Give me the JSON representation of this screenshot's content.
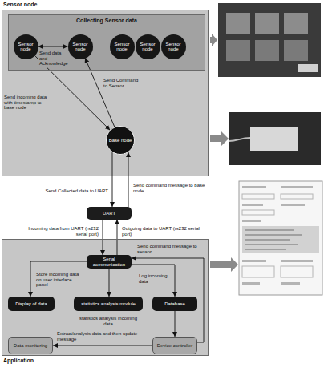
{
  "diagram": {
    "nodes": [
      {
        "text": [
          "Sensor node"
        ]
      },
      {
        "text": [
          "Collecting Sensor data"
        ],
        "in": 0
      },
      {
        "text": [
          "Sensor node"
        ],
        "in": 1
      },
      {
        "text": [
          "Sensor node"
        ],
        "in": 1
      },
      {
        "text": [
          "Sensor node"
        ],
        "in": 1
      },
      {
        "text": [
          "Sensor node"
        ],
        "in": 1
      },
      {
        "text": [
          "Sensor node"
        ],
        "in": 1
      },
      {
        "text": [
          "Base node"
        ],
        "in": 0
      },
      {
        "text": [
          "UART"
        ]
      },
      {
        "text": [
          "Application"
        ]
      },
      {
        "text": [
          "Serial communication"
        ],
        "in": 9
      },
      {
        "text": [
          "Display of data"
        ],
        "in": 9
      },
      {
        "text": [
          "statistics analysis module"
        ],
        "in": 9
      },
      {
        "text": [
          "Database"
        ],
        "in": 9
      },
      {
        "text": [
          "Data monitoring"
        ],
        "in": 9
      },
      {
        "text": [
          "Device controller"
        ],
        "in": 9
      }
    ],
    "edges": [
      {
        "from": 2,
        "to": 3,
        "arrow": "both",
        "label": "Send data and Acknowledge"
      },
      {
        "from": 2,
        "to": 7,
        "arrow": "to",
        "label": "Send incoming data with timestamp to base node"
      },
      {
        "from": 7,
        "to": 3,
        "arrow": "to",
        "label": "Send Command to Sensor"
      },
      {
        "from": 7,
        "to": 8,
        "arrow": "to",
        "label": "Send Collected data to UART"
      },
      {
        "from": 8,
        "to": 7,
        "arrow": "to",
        "label": "Send command message to base node"
      },
      {
        "from": 8,
        "to": 10,
        "arrow": "to",
        "label": "Incoming data from UART (rs232 serial port)"
      },
      {
        "from": 10,
        "to": 8,
        "arrow": "to",
        "label": "Outgoing data to UART (rs232 serial port)"
      },
      {
        "from": 10,
        "to": 11,
        "arrow": "to",
        "label": "Store incoming data on user interface panel"
      },
      {
        "from": 10,
        "to": 12,
        "arrow": "to"
      },
      {
        "from": 10,
        "to": 13,
        "arrow": "to",
        "label": "Log incoming data"
      },
      {
        "from": 13,
        "to": 15,
        "arrow": "to"
      },
      {
        "from": 15,
        "to": 14,
        "arrow": "to",
        "label": "Extract/analysis data and then update message"
      },
      {
        "from": 15,
        "to": 10,
        "arrow": "to",
        "label": "Send command message to sensor"
      }
    ],
    "labels": [
      "statistics analysis incoming data"
    ]
  }
}
